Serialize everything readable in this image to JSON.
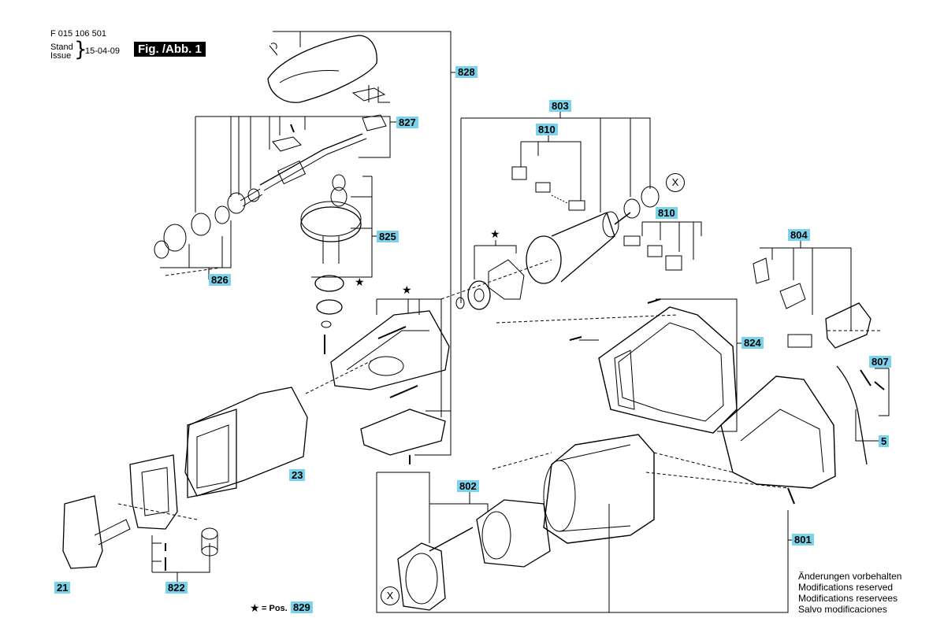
{
  "header": {
    "doc_number": "F 015 106 501",
    "stand_label": "Stand",
    "issue_label": "Issue",
    "brace": "}",
    "date": "15-04-09",
    "figure_tag": "Fig. /Abb. 1"
  },
  "callouts": {
    "c828": "828",
    "c827": "827",
    "c825": "825",
    "c826": "826",
    "c803": "803",
    "c810a": "810",
    "c810b": "810",
    "c804": "804",
    "c824": "824",
    "c807": "807",
    "c5": "5",
    "c23": "23",
    "c802": "802",
    "c801": "801",
    "c21": "21",
    "c822": "822"
  },
  "markers": {
    "x_symbol": "X",
    "star_symbol": "★"
  },
  "legend": {
    "star": "★",
    "text": "= Pos.",
    "ref": "829"
  },
  "footer_notes": [
    "Änderungen vorbehalten",
    "Modifications reserved",
    "Modifications reservees",
    "Salvo modificaciones"
  ],
  "colors": {
    "callout_bg": "#7ad3ea",
    "line": "#000000"
  }
}
